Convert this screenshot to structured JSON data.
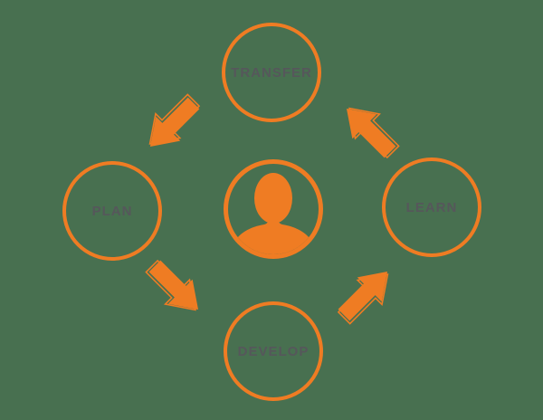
{
  "colors": {
    "background": "#487050",
    "accent_orange": "#ef7c23",
    "label_gray": "#56575b"
  },
  "diagram": {
    "type": "cycle",
    "center_icon": "person-icon",
    "nodes": [
      {
        "id": "transfer",
        "label": "TRANSFER",
        "position": "top"
      },
      {
        "id": "plan",
        "label": "PLAN",
        "position": "left"
      },
      {
        "id": "develop",
        "label": "DEVELOP",
        "position": "bottom"
      },
      {
        "id": "learn",
        "label": "LEARN",
        "position": "right"
      }
    ],
    "arrows": [
      {
        "from": "TRANSFER",
        "to": "PLAN",
        "direction": "down-left"
      },
      {
        "from": "PLAN",
        "to": "DEVELOP",
        "direction": "down-right"
      },
      {
        "from": "DEVELOP",
        "to": "LEARN",
        "direction": "up-right"
      },
      {
        "from": "LEARN",
        "to": "TRANSFER",
        "direction": "up-left"
      }
    ]
  }
}
